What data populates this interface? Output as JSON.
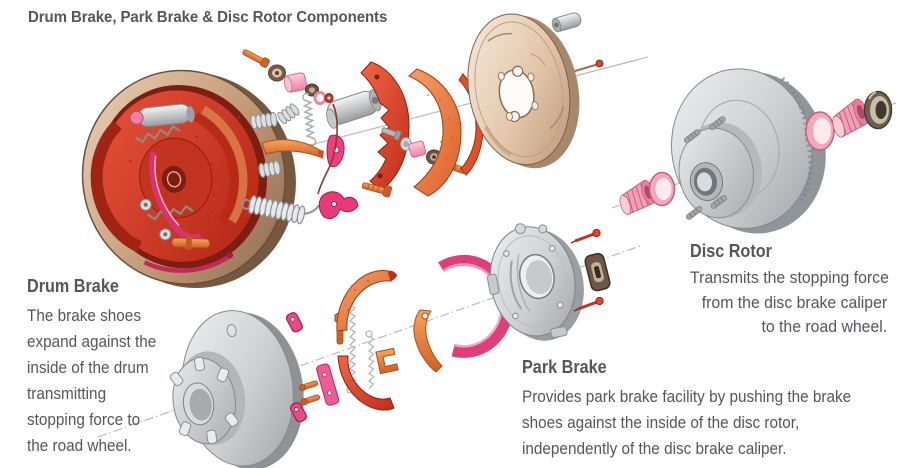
{
  "title": "Drum Brake, Park Brake & Disc Rotor Components",
  "labels": {
    "drum_brake": {
      "heading": "Drum Brake",
      "lines": [
        "The brake shoes",
        "expand against the",
        "inside of the drum",
        "transmitting",
        "stopping force to",
        "the road wheel."
      ]
    },
    "park_brake": {
      "heading": "Park Brake",
      "lines": [
        "Provides park brake facility by pushing the brake",
        "shoes against the inside of the disc rotor,",
        "independently of the disc brake caliper."
      ]
    },
    "disc_rotor": {
      "heading": "Disc Rotor",
      "lines": [
        "Transmits the stopping force",
        "from the disc brake caliper",
        "to the road wheel."
      ]
    }
  },
  "colors": {
    "background": "#ffffff",
    "text": "#54565a",
    "red": "#c22d1a",
    "orange": "#dd6f28",
    "magenta": "#dd3f78",
    "pink": "#f2a9bc",
    "tan": "#c49a78",
    "silver": "#c6c9cb",
    "centerline": "#b5b5b5"
  }
}
